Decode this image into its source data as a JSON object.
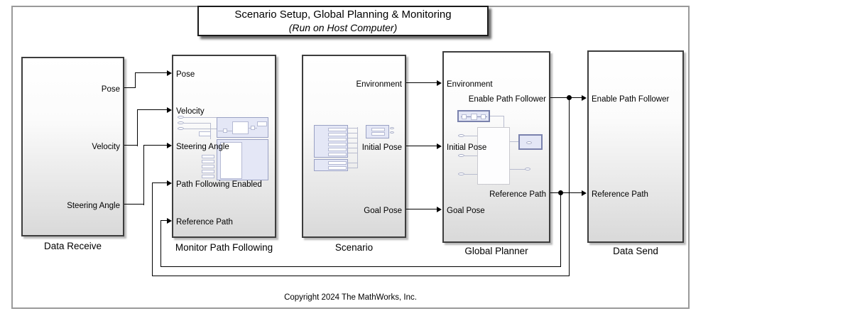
{
  "header": {
    "title": "Scenario Setup, Global Planning & Monitoring",
    "subtitle": "(Run on Host Computer)"
  },
  "blocks": {
    "data_receive": {
      "label": "Data Receive",
      "out_ports": [
        "Pose",
        "Velocity",
        "Steering Angle"
      ]
    },
    "monitor_path_following": {
      "label": "Monitor Path Following",
      "in_ports": [
        "Pose",
        "Velocity",
        "Steering Angle",
        "Path Following Enabled",
        "Reference Path"
      ]
    },
    "scenario": {
      "label": "Scenario",
      "out_ports": [
        "Environment",
        "Initial Pose",
        "Goal Pose"
      ]
    },
    "global_planner": {
      "label": "Global Planner",
      "in_ports": [
        "Environment",
        "Initial Pose",
        "Goal Pose"
      ],
      "out_ports": [
        "Enable Path Follower",
        "Reference Path"
      ]
    },
    "data_send": {
      "label": "Data Send",
      "in_ports": [
        "Enable Path Follower",
        "Reference Path"
      ]
    }
  },
  "footer": {
    "copyright": "Copyright 2024 The MathWorks, Inc."
  },
  "colors": {
    "wire": "#000000",
    "block_border": "#3d3d3d",
    "block_fill_top": "#ffffff",
    "block_fill_bottom": "#d9d9d9",
    "subsystem_preview_fill": "#e4e7f6",
    "subsystem_preview_border": "#7a82ad",
    "frame_border": "#9a9a9a"
  }
}
